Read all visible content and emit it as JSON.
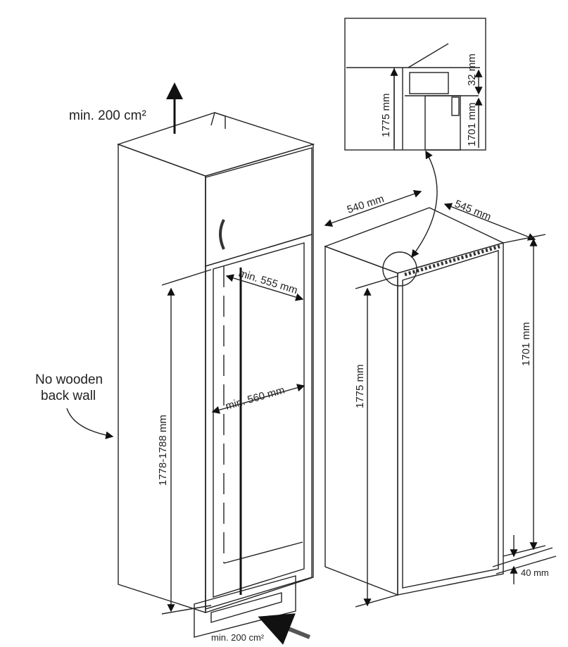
{
  "cabinet": {
    "vent_top": "min. 200 cm²",
    "vent_bottom": "min. 200 cm²",
    "width_top": "min. 555 mm",
    "width_mid": "min. 560 mm",
    "height_range": "1778-1788 mm",
    "back_wall_note_line1": "No wooden",
    "back_wall_note_line2": "back wall"
  },
  "appliance": {
    "width": "540 mm",
    "depth": "545 mm",
    "height_front": "1775 mm",
    "height_side": "1701 mm",
    "plinth_gap": "40 mm"
  },
  "detail_inset": {
    "height_total": "1775 mm",
    "gap": "32 mm",
    "height_body": "1701 mm"
  },
  "colors": {
    "door": "#c8c8c8",
    "frame": "#8a8a8a",
    "line": "#222222"
  }
}
